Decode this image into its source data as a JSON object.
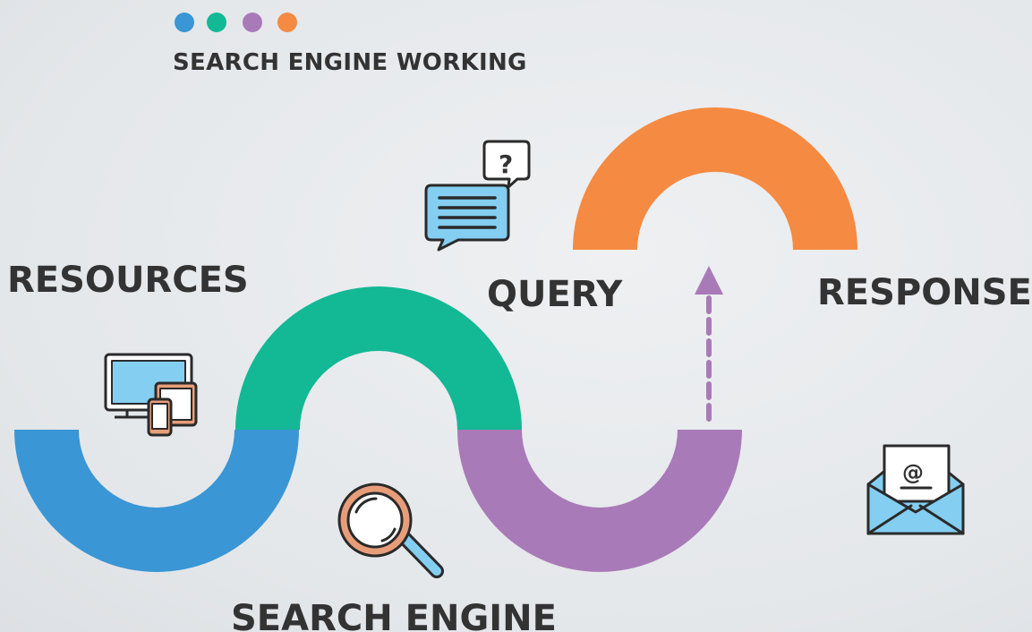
{
  "title": "SEARCH ENGINE WORKING",
  "header_dots": [
    {
      "name": "dot-blue",
      "color": "#3a96d4"
    },
    {
      "name": "dot-green",
      "color": "#13b895"
    },
    {
      "name": "dot-purple",
      "color": "#a97ab8"
    },
    {
      "name": "dot-orange",
      "color": "#f58a42"
    }
  ],
  "labels": {
    "resources": "RESOURCES",
    "search_engine": "SEARCH ENGINE",
    "query": "QUERY",
    "response": "RESPONSE"
  },
  "icons": {
    "resources": "devices-icon",
    "search_engine": "magnifier-icon",
    "query": "chat-question-icon",
    "response": "email-icon"
  },
  "colors": {
    "blue": "#3a96d4",
    "green": "#13b895",
    "purple": "#a97ab8",
    "orange": "#f58a42",
    "text": "#333333",
    "icon_fill": "#84cef1",
    "icon_accent": "#e89d7a"
  }
}
